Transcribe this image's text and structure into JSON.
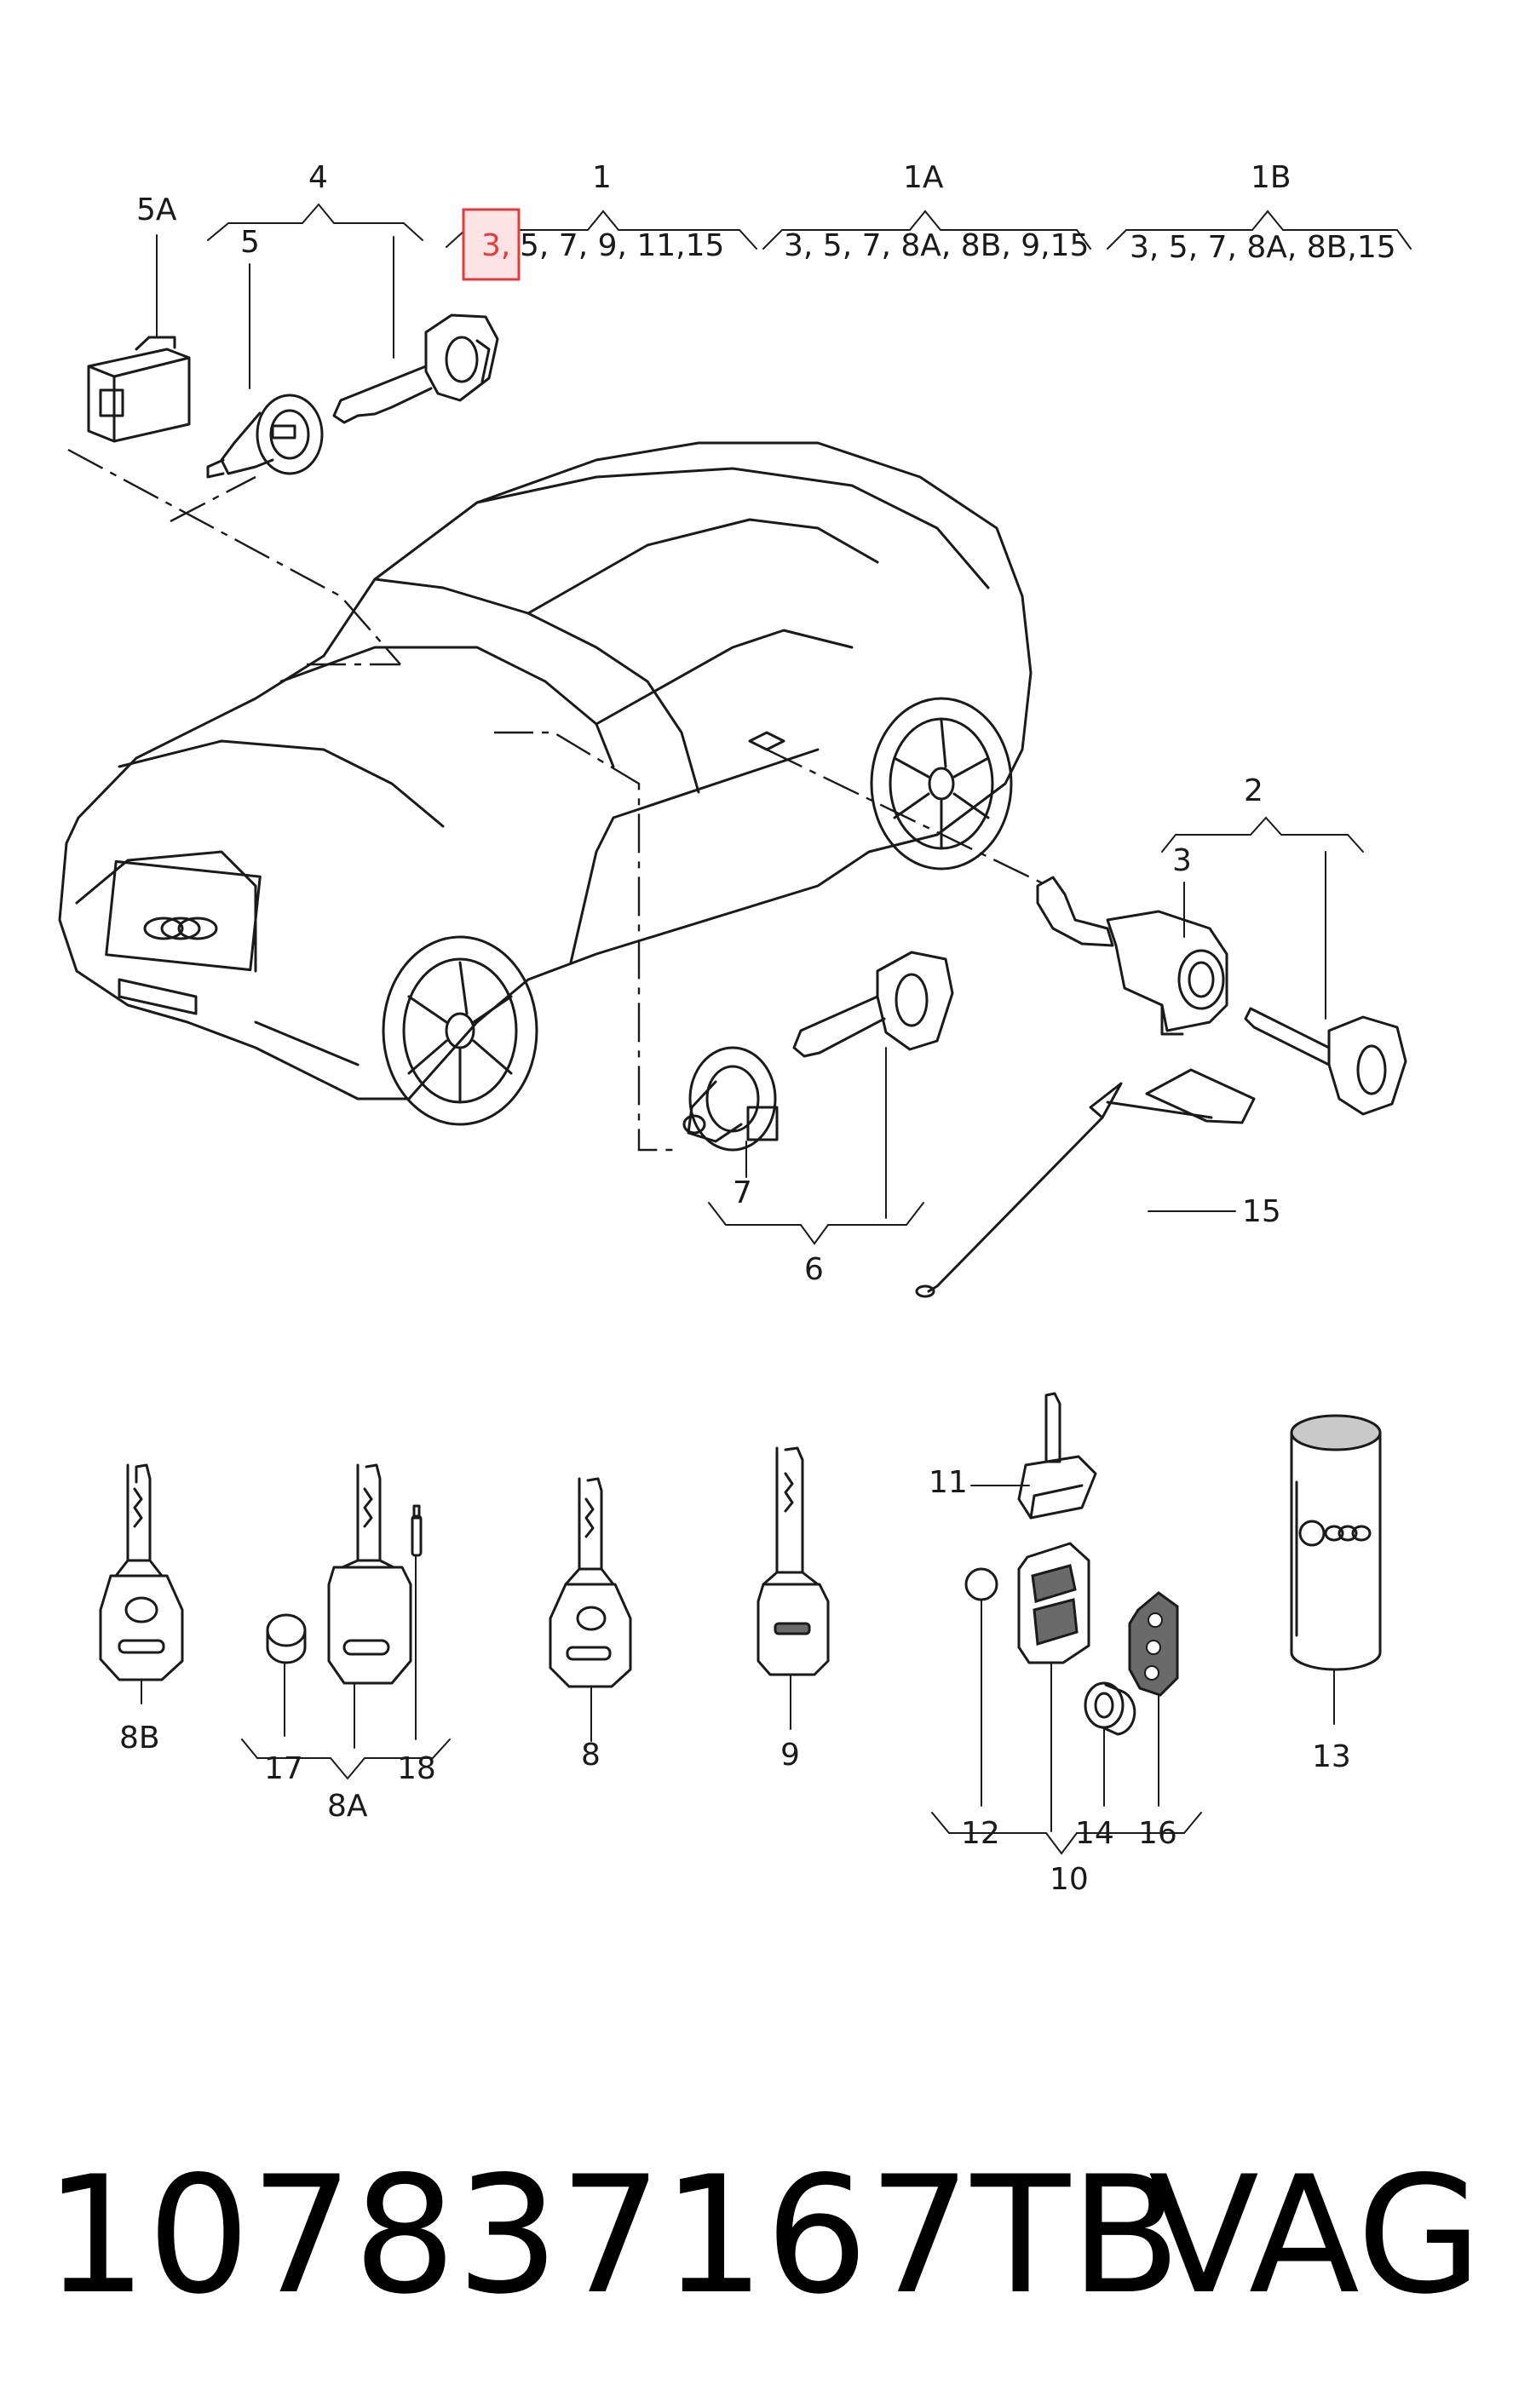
{
  "groups": {
    "g4": {
      "label": "4"
    },
    "g1": {
      "label": "1",
      "members_first": "3,",
      "members_rest": "5, 7, 9, 11,15"
    },
    "g1A": {
      "label": "1A",
      "members": "3, 5, 7, 8A, 8B, 9,15"
    },
    "g1B": {
      "label": "1B",
      "members": "3, 5, 7, 8A, 8B,15"
    },
    "g2": {
      "label": "2"
    },
    "g6": {
      "label": "6"
    },
    "g8A": {
      "label": "8A"
    },
    "g10": {
      "label": "10"
    }
  },
  "callouts": {
    "c5A": "5A",
    "c5": "5",
    "c3": "3",
    "c7": "7",
    "c15": "15",
    "c11": "11",
    "c8B": "8B",
    "c17": "17",
    "c18": "18",
    "c8": "8",
    "c9": "9",
    "c12": "12",
    "c14": "14",
    "c16": "16",
    "c13": "13"
  },
  "highlight": {
    "color": "#e23b3b",
    "fill": "#fde3e3",
    "target": "3,"
  },
  "footer": {
    "part_number": "107837167TB",
    "brand": "VAG"
  }
}
